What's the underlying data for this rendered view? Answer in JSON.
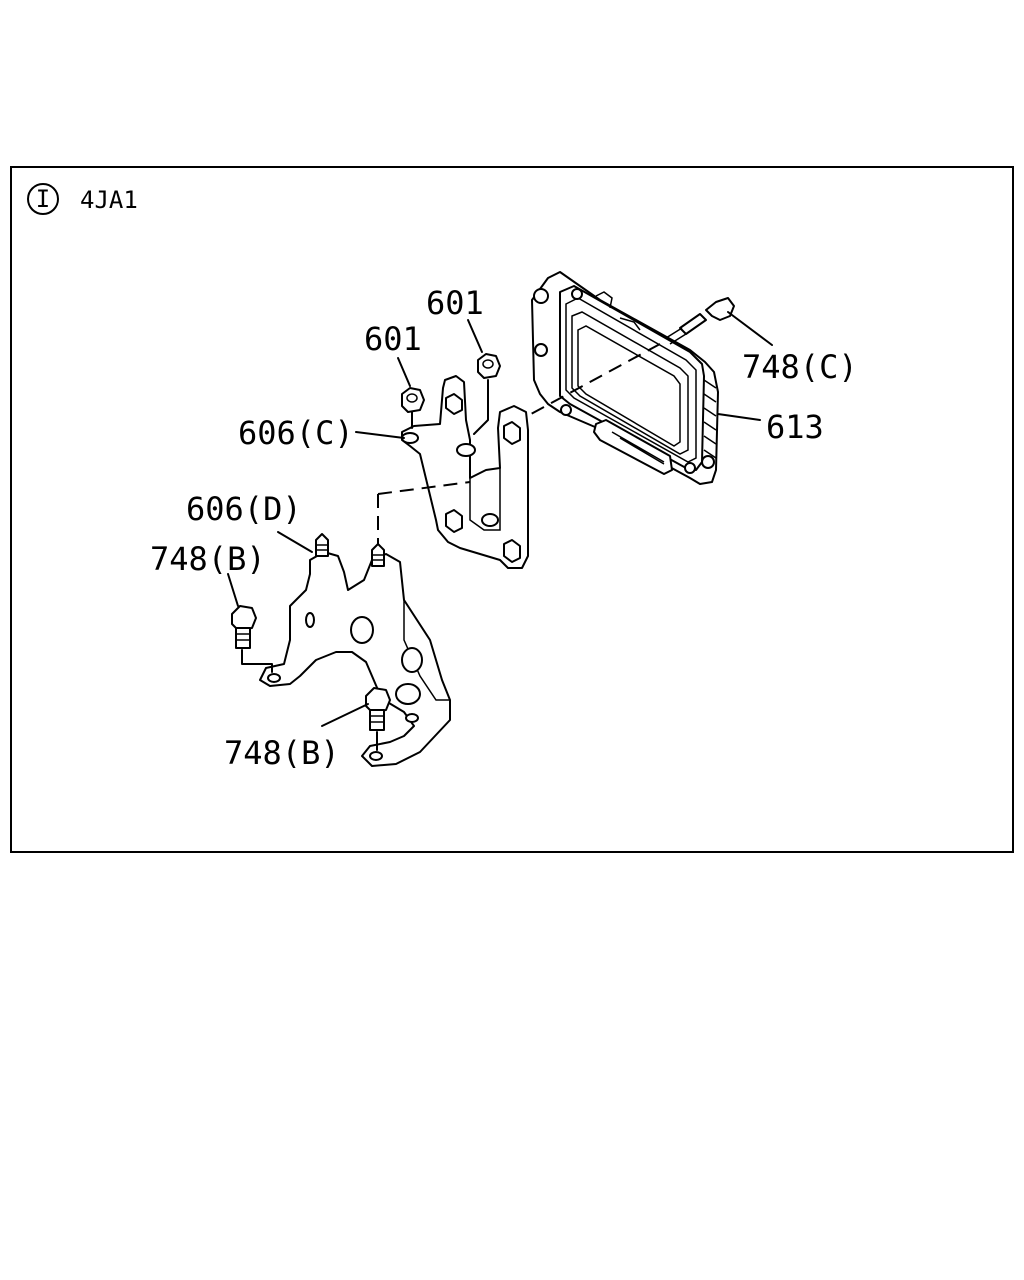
{
  "header": {
    "variant_symbol": "I",
    "engine_code": "4JA1"
  },
  "callouts": {
    "nut_upper": "601",
    "nut_left": "601",
    "bracket_c": "606(C)",
    "bracket_d": "606(D)",
    "bolt_b_upper": "748(B)",
    "bolt_b_lower": "748(B)",
    "bolt_c": "748(C)",
    "control_module": "613"
  }
}
